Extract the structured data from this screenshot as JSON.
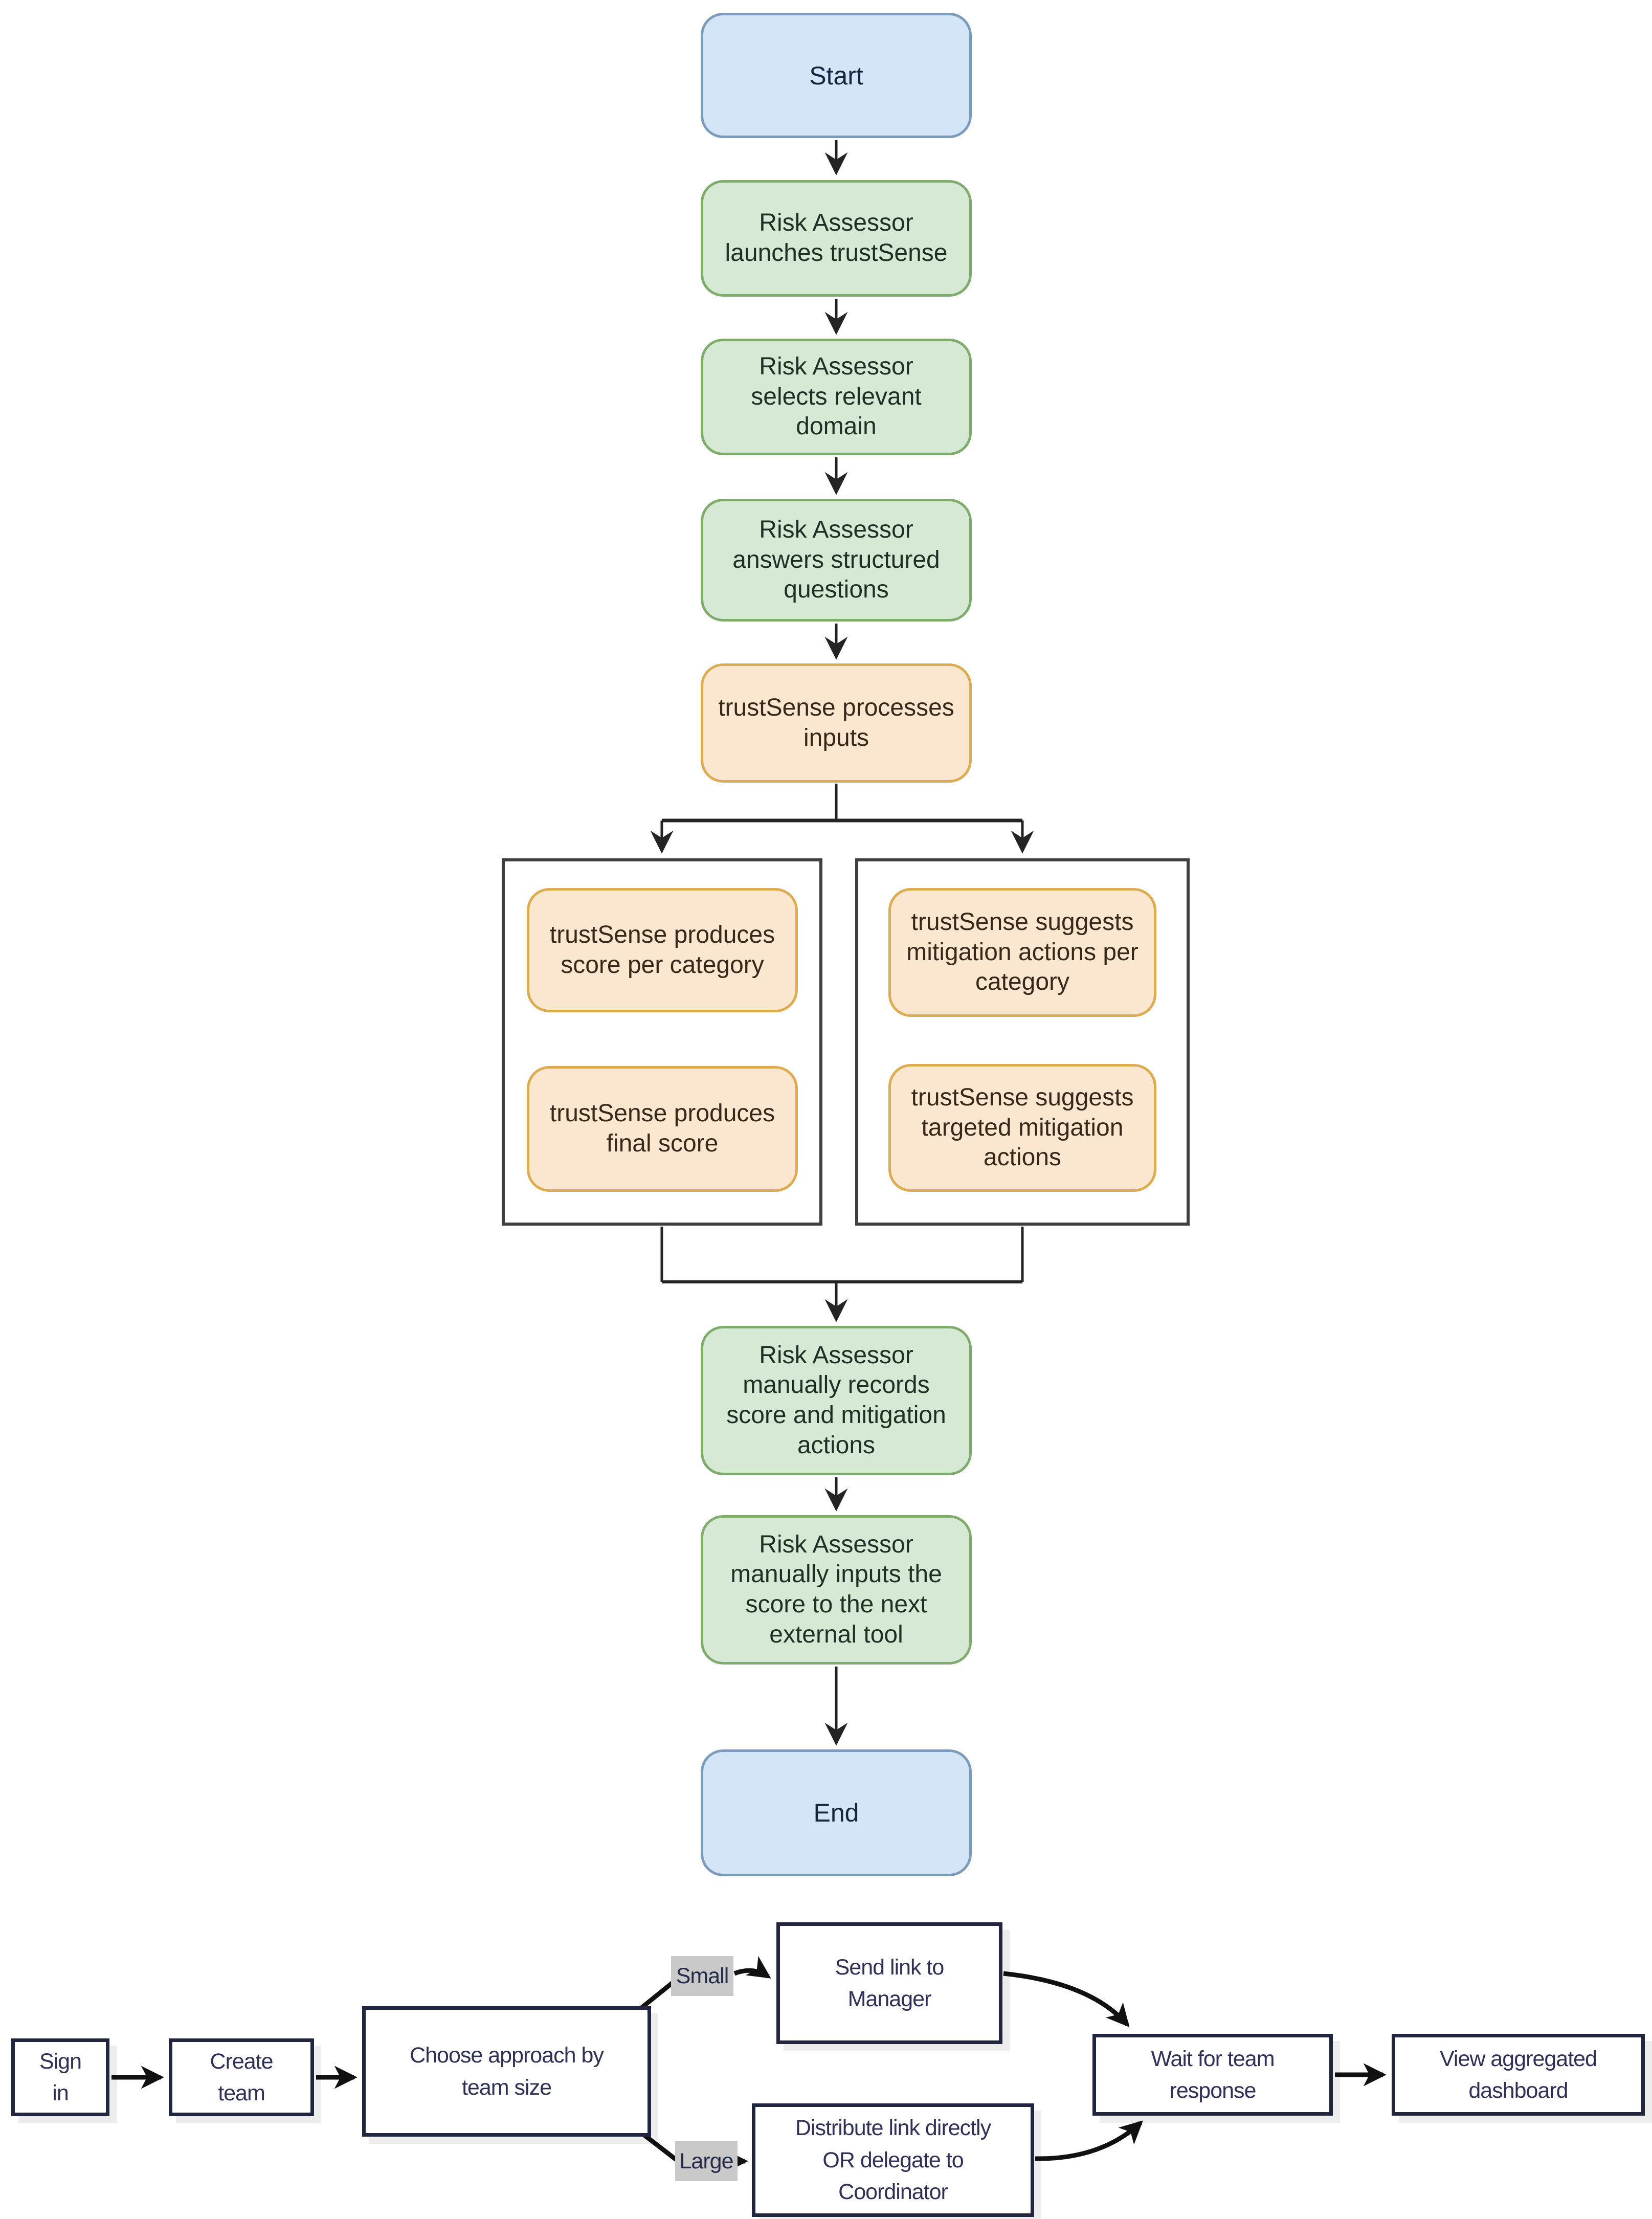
{
  "page": {
    "background": "#ffffff",
    "description_colors": {
      "terminator_fill": "#d3e5f6",
      "terminator_stroke": "#7d9cbb",
      "actor_step_fill": "#d6e9d4",
      "actor_step_stroke": "#7fac6d",
      "system_step_fill": "#fbe6cf",
      "system_step_stroke": "#ddab50",
      "group_stroke": "#3f3f3f",
      "bottom_stroke": "#21253f",
      "branch_label_bg": "#c9c9c9",
      "arrow_color": "#242424"
    }
  },
  "diagram_top": {
    "nodes": [
      {
        "id": "start",
        "label": "Start",
        "type": "terminator"
      },
      {
        "id": "launch",
        "label": "Risk Assessor launches trustSense",
        "type": "process"
      },
      {
        "id": "select-domain",
        "label": "Risk Assessor selects relevant domain",
        "type": "process"
      },
      {
        "id": "answer-questions",
        "label": "Risk Assessor answers structured questions",
        "type": "process"
      },
      {
        "id": "process-inputs",
        "label": "trustSense processes inputs",
        "type": "system"
      },
      {
        "id": "score-per-category",
        "label": "trustSense produces score per category",
        "type": "system"
      },
      {
        "id": "final-score",
        "label": "trustSense produces final score",
        "type": "system"
      },
      {
        "id": "mitigation-per-category",
        "label": "trustSense suggests mitigation actions per category",
        "type": "system"
      },
      {
        "id": "targeted-mitigation",
        "label": "trustSense suggests targeted mitigation actions",
        "type": "system"
      },
      {
        "id": "record-score",
        "label": "Risk Assessor manually records score and mitigation actions",
        "type": "process"
      },
      {
        "id": "input-external",
        "label": "Risk Assessor manually inputs the score to the next external tool",
        "type": "process"
      },
      {
        "id": "end",
        "label": "End",
        "type": "terminator"
      }
    ],
    "edges": [
      {
        "from": "start",
        "to": "launch"
      },
      {
        "from": "launch",
        "to": "select-domain"
      },
      {
        "from": "select-domain",
        "to": "answer-questions"
      },
      {
        "from": "answer-questions",
        "to": "process-inputs"
      },
      {
        "from": "process-inputs",
        "to": "score-per-category"
      },
      {
        "from": "process-inputs",
        "to": "mitigation-per-category"
      },
      {
        "from": "score-per-category",
        "to": "final-score"
      },
      {
        "from": "mitigation-per-category",
        "to": "targeted-mitigation"
      },
      {
        "from": "final-score",
        "to": "record-score"
      },
      {
        "from": "targeted-mitigation",
        "to": "record-score"
      },
      {
        "from": "record-score",
        "to": "input-external"
      },
      {
        "from": "input-external",
        "to": "end"
      }
    ]
  },
  "diagram_bottom": {
    "nodes": [
      {
        "id": "sign-in",
        "label": "Sign in"
      },
      {
        "id": "create-team",
        "label": "Create team"
      },
      {
        "id": "choose-approach",
        "label": "Choose approach by team size"
      },
      {
        "id": "send-link",
        "label": "Send link to Manager"
      },
      {
        "id": "distribute-link",
        "label": "Distribute link directly OR delegate to Coordinator"
      },
      {
        "id": "wait-response",
        "label": "Wait for team response"
      },
      {
        "id": "view-dashboard",
        "label": "View aggregated dashboard"
      }
    ],
    "branch_labels": [
      {
        "id": "small",
        "label": "Small"
      },
      {
        "id": "large",
        "label": "Large"
      }
    ],
    "edges": [
      {
        "from": "sign-in",
        "to": "create-team"
      },
      {
        "from": "create-team",
        "to": "choose-approach"
      },
      {
        "from": "choose-approach",
        "to": "send-link",
        "label": "Small"
      },
      {
        "from": "choose-approach",
        "to": "distribute-link",
        "label": "Large"
      },
      {
        "from": "send-link",
        "to": "wait-response"
      },
      {
        "from": "distribute-link",
        "to": "wait-response"
      },
      {
        "from": "wait-response",
        "to": "view-dashboard"
      }
    ]
  }
}
